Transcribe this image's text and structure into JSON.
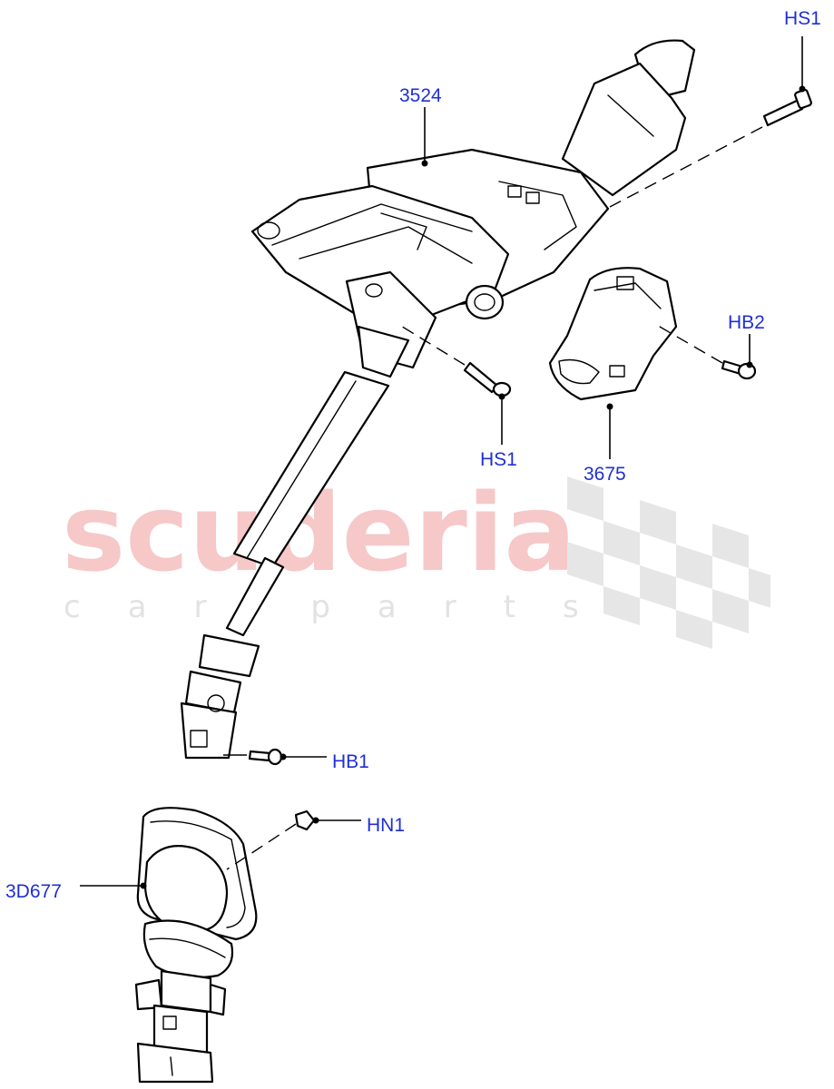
{
  "watermark": {
    "brand": "scuderia",
    "tagline": "car parts"
  },
  "callouts": {
    "hs1_top": "HS1",
    "part_3524": "3524",
    "hb2": "HB2",
    "hs1_lower": "HS1",
    "part_3675": "3675",
    "hb1": "HB1",
    "hn1": "HN1",
    "part_3d677": "3D677"
  }
}
